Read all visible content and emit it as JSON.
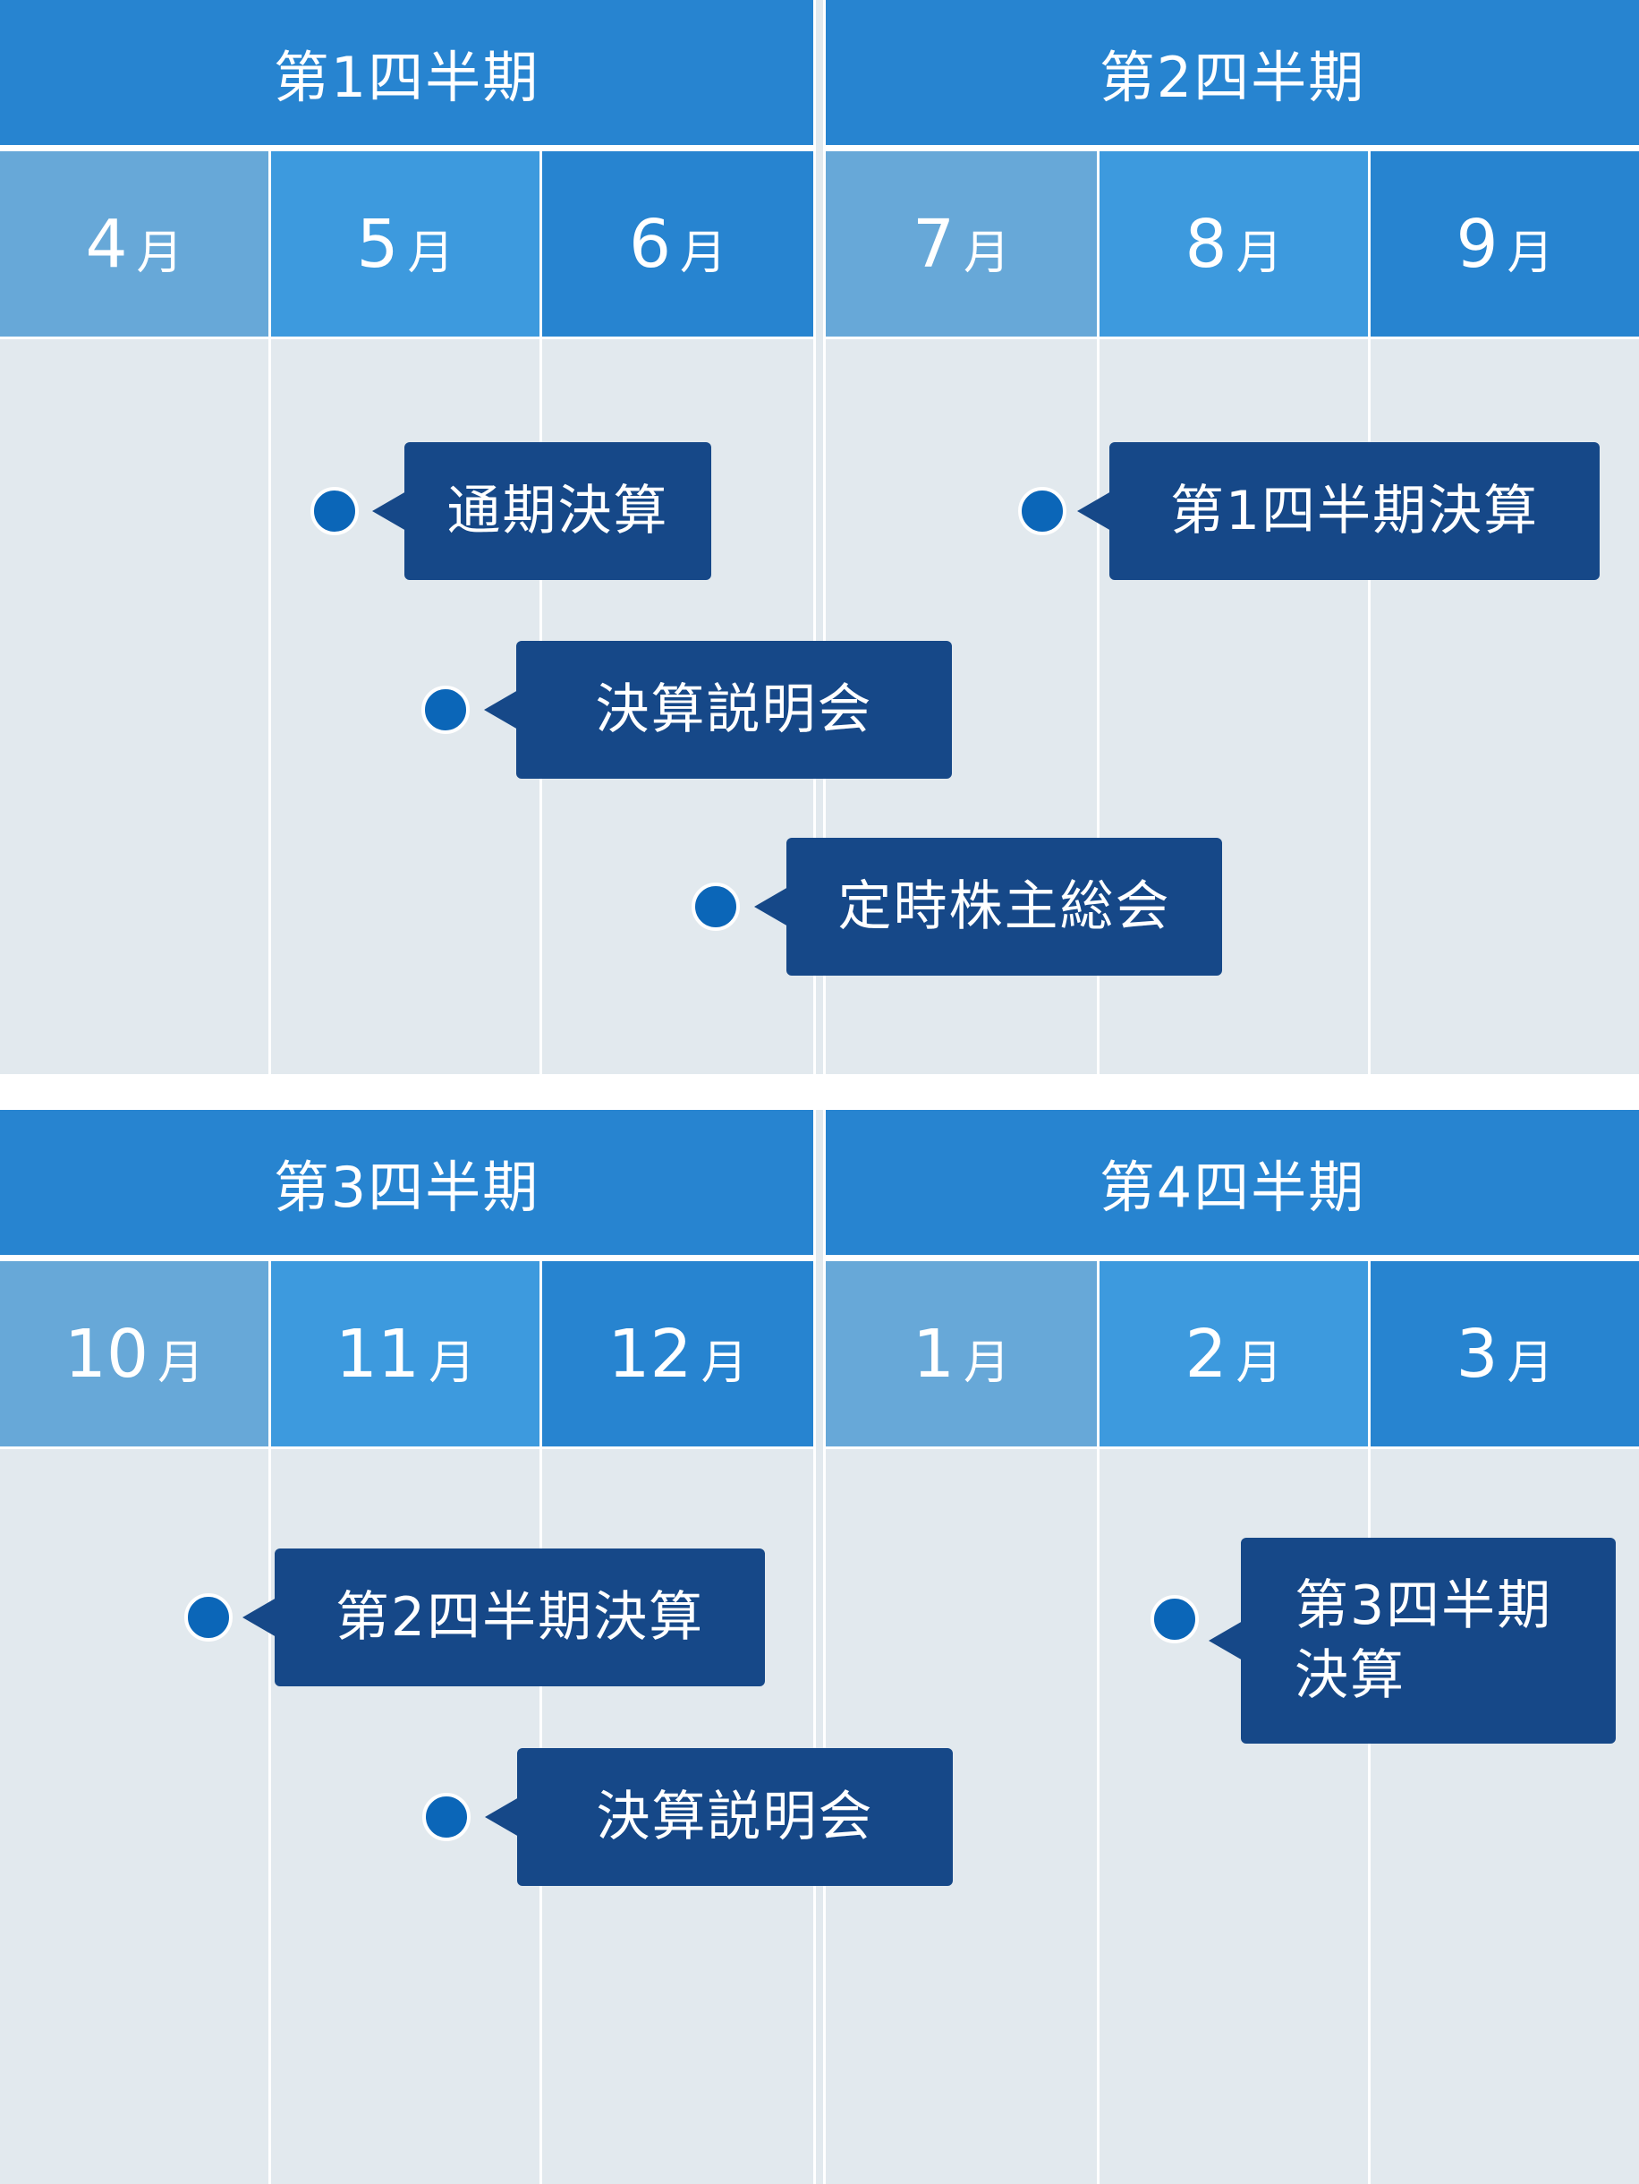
{
  "top": {
    "q1": {
      "label": "第1四半期",
      "months": [
        {
          "num": "4",
          "unit": "月"
        },
        {
          "num": "5",
          "unit": "月"
        },
        {
          "num": "6",
          "unit": "月"
        }
      ]
    },
    "q2": {
      "label": "第2四半期",
      "months": [
        {
          "num": "7",
          "unit": "月"
        },
        {
          "num": "8",
          "unit": "月"
        },
        {
          "num": "9",
          "unit": "月"
        }
      ]
    },
    "events": [
      {
        "label": "通期決算"
      },
      {
        "label": "第1四半期決算"
      },
      {
        "label": "決算説明会"
      },
      {
        "label": "定時株主総会"
      }
    ]
  },
  "bottom": {
    "q3": {
      "label": "第3四半期",
      "months": [
        {
          "num": "10",
          "unit": "月"
        },
        {
          "num": "11",
          "unit": "月"
        },
        {
          "num": "12",
          "unit": "月"
        }
      ]
    },
    "q4": {
      "label": "第4四半期",
      "months": [
        {
          "num": "1",
          "unit": "月"
        },
        {
          "num": "2",
          "unit": "月"
        },
        {
          "num": "3",
          "unit": "月"
        }
      ]
    },
    "events": [
      {
        "label": "第2四半期決算"
      },
      {
        "label": "第3四半期\n決算"
      },
      {
        "label": "決算説明会"
      }
    ]
  },
  "colors": {
    "header": "#2784d0",
    "month_light": "#67a8d8",
    "month_mid": "#3d9ade",
    "month_dark": "#2784d0",
    "event_box": "#164888",
    "dot": "#0b66b8",
    "background": "#e2e9ee"
  }
}
